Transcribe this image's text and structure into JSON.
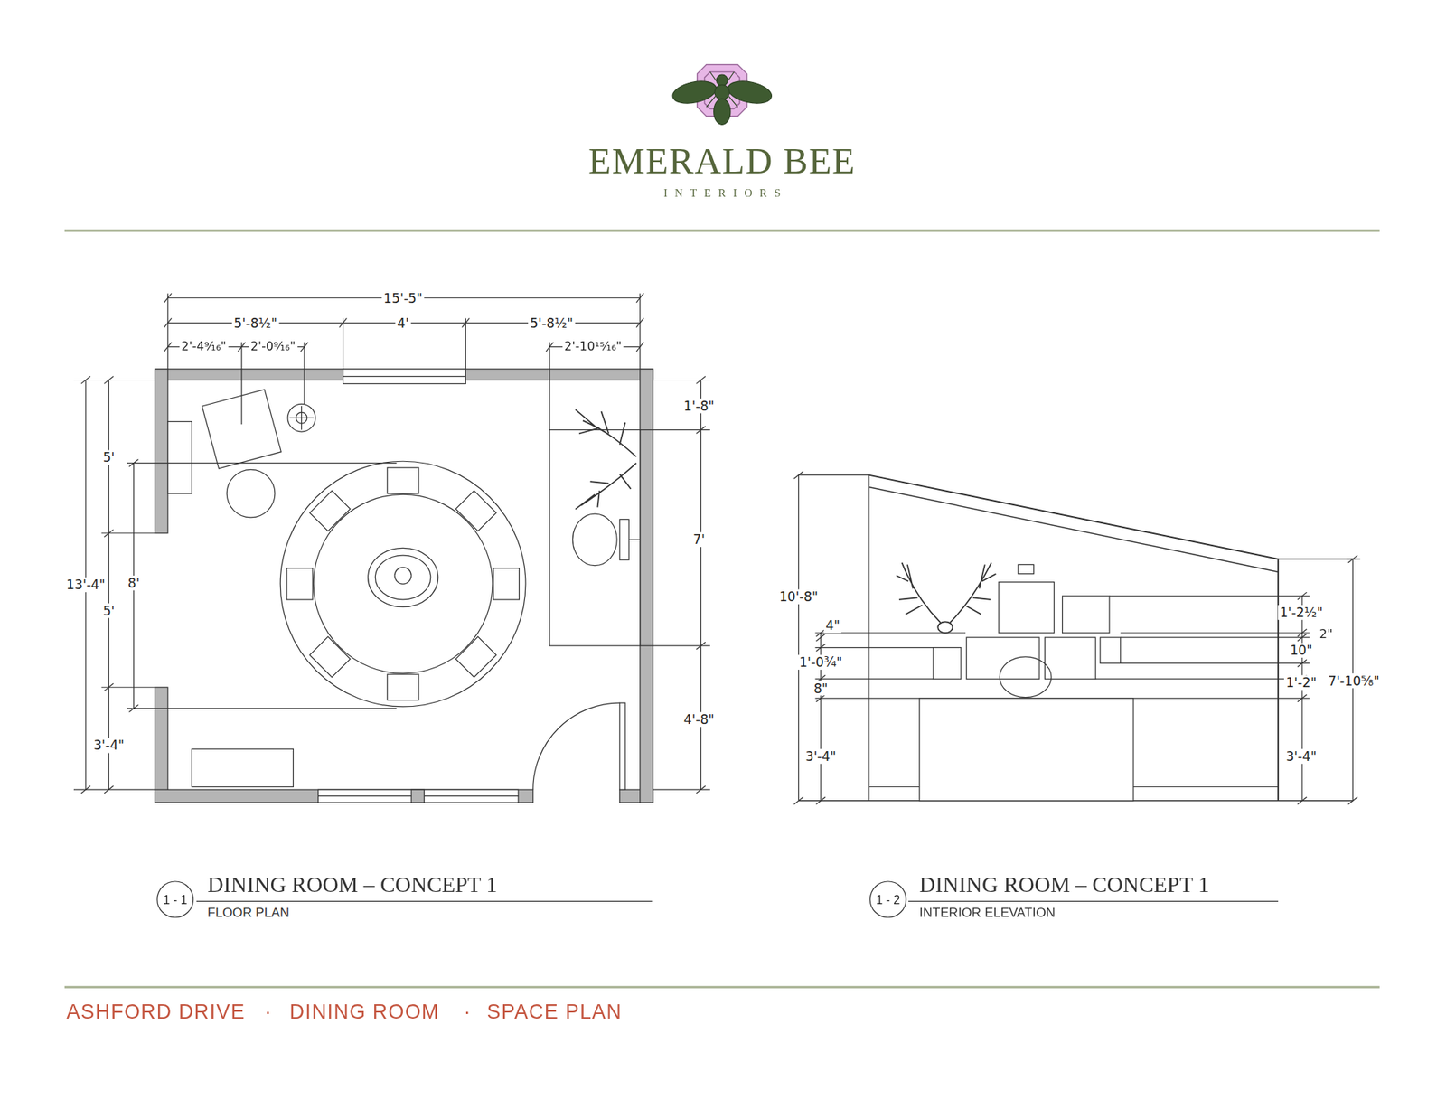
{
  "diagram": {
    "nodes": [
      {
        "text": [
          "1 - 1"
        ]
      },
      {
        "text": [
          "1 - 2"
        ]
      }
    ],
    "labels": [
      "EMERALD BEE",
      "INTERIORS",
      "15'-5\"",
      "5'-8½\"",
      "4'",
      "5'-8½\"",
      "2'-4⁹⁄₁₆\"",
      "2'-0⁹⁄₁₆\"",
      "2'-10¹⁵⁄₁₆\"",
      "1'-8\"",
      "5'",
      "7'",
      "13'-4\"",
      "8'",
      "5'",
      "3'-4\"",
      "4'-8\"",
      "10'-8\"",
      "1'-2½\"",
      "4\"",
      "2\"",
      "10\"",
      "1'-0¾\"",
      "1'-2\"",
      "7'-10⅝\"",
      "8\"",
      "3'-4\"",
      "3'-4\"",
      "DINING ROOM – CONCEPT 1",
      "FLOOR PLAN",
      "DINING ROOM – CONCEPT 1",
      "INTERIOR ELEVATION",
      "ASHFORD DRIVE",
      "·",
      "DINING ROOM",
      "·",
      "SPACE PLAN"
    ]
  }
}
